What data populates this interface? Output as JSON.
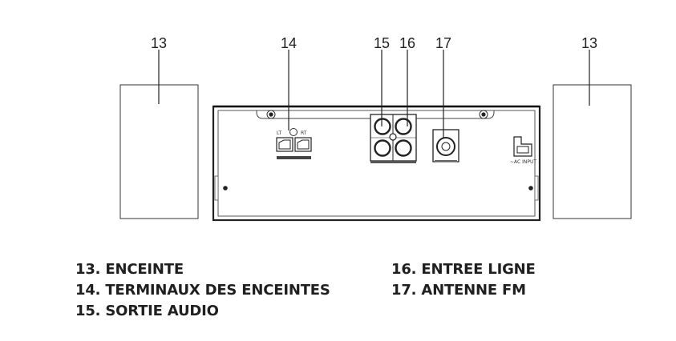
{
  "callouts": {
    "speaker_left": "13",
    "speaker_terminals": "14",
    "audio_out": "15",
    "line_in": "16",
    "fm_antenna": "17",
    "speaker_right": "13"
  },
  "panel_labels": {
    "left_channel": "LT",
    "right_channel": "RT",
    "ac_input": "~AC INPUT"
  },
  "legend": {
    "left": [
      "13. ENCEINTE",
      "14. TERMINAUX DES ENCEINTES",
      "15. SORTIE AUDIO"
    ],
    "right": [
      "16. ENTREE LIGNE",
      "17. ANTENNE FM"
    ]
  }
}
